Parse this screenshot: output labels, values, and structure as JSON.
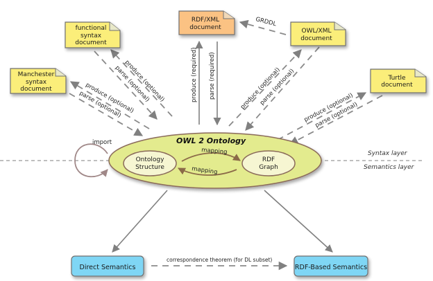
{
  "diagram": {
    "title": "OWL 2 Ontology",
    "documents": {
      "functional": {
        "lines": [
          "functional",
          "syntax",
          "document"
        ],
        "color": "#fbee7a"
      },
      "manchester": {
        "lines": [
          "Manchester",
          "syntax",
          "document"
        ],
        "color": "#fbee7a"
      },
      "rdfxml": {
        "lines": [
          "RDF/XML",
          "document"
        ],
        "color": "#fbc283"
      },
      "owlxml": {
        "lines": [
          "OWL/XML",
          "document"
        ],
        "color": "#fbee7a"
      },
      "turtle": {
        "lines": [
          "Turtle",
          "document"
        ],
        "color": "#fbee7a"
      }
    },
    "inner_nodes": {
      "structure": {
        "lines": [
          "Ontology",
          "Structure"
        ]
      },
      "graph": {
        "lines": [
          "RDF",
          "Graph"
        ]
      }
    },
    "edge_labels": {
      "produce_optional": "produce (optional)",
      "parse_optional": "parse (optional)",
      "produce_required": "produce (required)",
      "parse_required": "parse (required)",
      "grddl": "GRDDL",
      "import": "import",
      "mapping_top": "mapping",
      "mapping_bottom": "mapping",
      "correspondence": "correspondence theorem (for DL subset)"
    },
    "layers": {
      "syntax": "Syntax layer",
      "semantics": "Semantics layer"
    },
    "semantics": {
      "direct": "Direct Semantics",
      "rdf_based": "RDF-Based Semantics",
      "color": "#7fd6f5"
    },
    "colors": {
      "ontology_fill": "#e3eb8e",
      "inner_fill": "#f6f6d2",
      "outline": "#8a6a5a",
      "mapping_arrow": "#8b6a48",
      "edge_gray": "#8a8a8a"
    }
  }
}
